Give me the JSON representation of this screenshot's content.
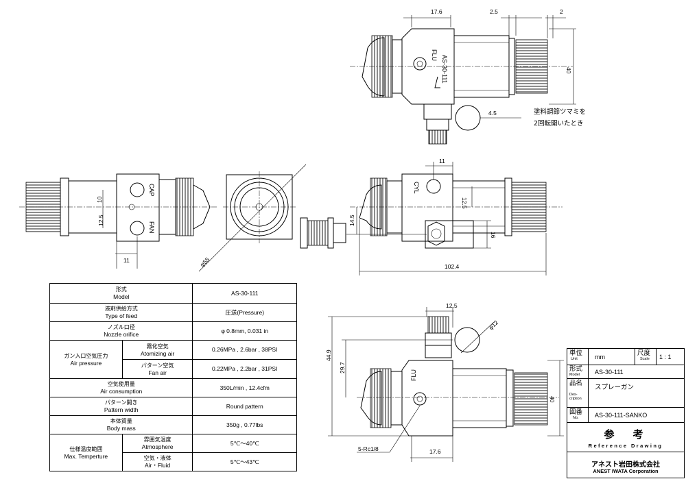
{
  "dims": {
    "top_17_6": "17.6",
    "top_2_5": "2.5",
    "top_2": "2",
    "top_40": "40",
    "top_4_5": "4.5",
    "left_10": "10",
    "left_12_5": "12.5",
    "left_11": "11",
    "mid_55": "φ55",
    "right_11": "11",
    "right_12_5": "12.5",
    "right_14_5": "14.5",
    "right_16": "16",
    "right_102_4": "102.4",
    "bot_12_5": "12.5",
    "bot_12": "φ12",
    "bot_44_9": "44.9",
    "bot_29_7": "29.7",
    "bot_40": "40",
    "bot_17_6": "17.6",
    "bot_port": "5-Rc1/8"
  },
  "labels": {
    "flu": "FLU",
    "model_mark": "AS-30-111",
    "cap": "CAP",
    "fan": "FAN",
    "cyl": "CYL"
  },
  "note": {
    "line1": "塗料調節ツマミを",
    "line2": "2回転開いたとき"
  },
  "spec": {
    "model_jp": "形式",
    "model_en": "Model",
    "model_val": "AS-30-111",
    "feed_jp": "液剤供給方式",
    "feed_en": "Type of feed",
    "feed_val": "圧送(Pressure)",
    "orifice_jp": "ノズル口径",
    "orifice_en": "Nozzle orifice",
    "orifice_val": "φ 0.8mm, 0.031 in",
    "press_jp": "ガン入口空気圧力",
    "press_en": "Air pressure",
    "atom_jp": "霧化空気",
    "atom_en": "Atomizing air",
    "atom_val": "0.26MPa , 2.6bar , 38PSI",
    "fan_jp": "パターン空気",
    "fan_en": "Fan air",
    "fan_val": "0.22MPa , 2.2bar , 31PSI",
    "cons_jp": "空気使用量",
    "cons_en": "Air consumption",
    "cons_val": "350L/min , 12.4cfm",
    "pattern_jp": "パターン開き",
    "pattern_en": "Pattern width",
    "pattern_val": "Round pattern",
    "mass_jp": "本体質量",
    "mass_en": "Body mass",
    "mass_val": "350g , 0.77lbs",
    "temp_jp": "仕様温度範囲",
    "temp_en": "Max. Temperture",
    "atm_jp": "雰囲気温度",
    "atm_en": "Atmosphere",
    "atm_val": "5℃～40℃",
    "fluid_jp": "空気・液体",
    "fluid_en": "Air・Fluid",
    "fluid_val": "5℃～43℃"
  },
  "titleblock": {
    "unit_jp": "単位",
    "unit_en": "Unit",
    "unit_val": "mm",
    "scale_jp": "尺度",
    "scale_en": "Scale",
    "scale_val": "1 : 1",
    "model_jp": "形式",
    "model_en": "Model",
    "model_val": "AS-30-111",
    "desc_jp": "品名",
    "desc_en1": "Des-",
    "desc_en2": "cription",
    "desc_val": "スプレーガン",
    "no_jp": "図番",
    "no_en": "No.",
    "no_val": "AS-30-111-SANKO",
    "ref_jp": "参　考",
    "ref_en": "Reference Drawing",
    "company_jp": "アネスト岩田株式会社",
    "company_en": "ANEST IWATA Corporation"
  }
}
